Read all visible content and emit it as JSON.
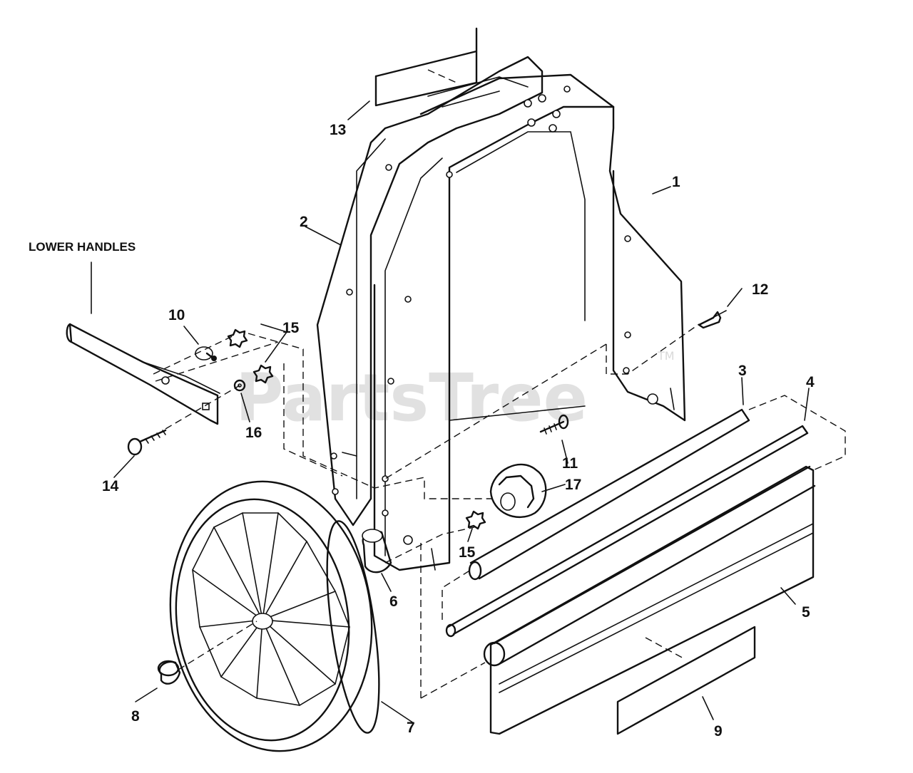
{
  "heading": "LOWER HANDLES",
  "watermark": {
    "text": "PartsTree",
    "trademark": "TM"
  },
  "callouts": {
    "c1": "1",
    "c2": "2",
    "c3": "3",
    "c4": "4",
    "c5": "5",
    "c6": "6",
    "c7": "7",
    "c8": "8",
    "c9": "9",
    "c10": "10",
    "c11": "11",
    "c12": "12",
    "c13": "13",
    "c14": "14",
    "c15a": "15",
    "c15b": "15",
    "c16": "16",
    "c17": "17"
  }
}
